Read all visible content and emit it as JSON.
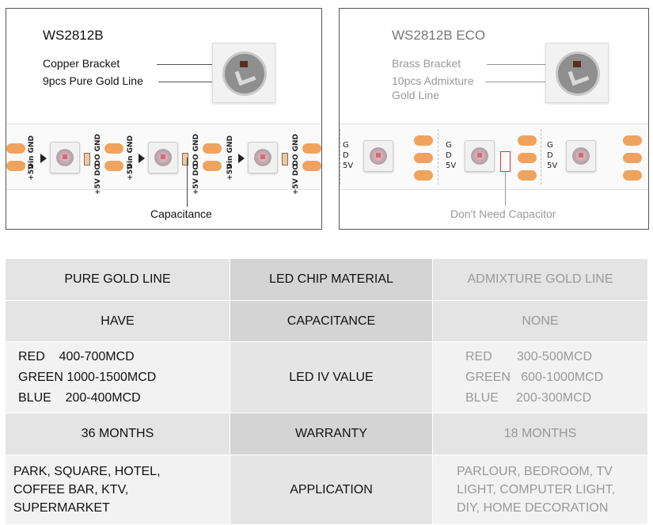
{
  "left_panel": {
    "title": "WS2812B",
    "copper_bracket": "Copper Bracket",
    "gold_line": "9pcs Pure Gold Line",
    "capacitance": "Capacitance",
    "strip_labels": {
      "din_gnd": "Din GND",
      "v5": "+5V",
      "do_gnd": "DO GND",
      "v5_do": "+5V DO"
    }
  },
  "right_panel": {
    "title": "WS2812B ECO",
    "brass_bracket": "Brass Bracket",
    "admixture_line1": "10pcs Admixture",
    "admixture_line2": "Gold Line",
    "no_capacitor": "Don't Need Capacitor",
    "gdv": {
      "g": "G",
      "d": "D",
      "v": "5V"
    }
  },
  "colors": {
    "pad": "#f0a35d",
    "header_dark": "#d4d4d4",
    "header_light": "#e4e4e4",
    "muted_text": "#999999"
  },
  "table": {
    "rows": [
      {
        "left": [
          "PURE GOLD LINE"
        ],
        "mid": "LED CHIP MATERIAL",
        "right": [
          "ADMIXTURE GOLD LINE"
        ]
      },
      {
        "left": [
          "HAVE"
        ],
        "mid": "CAPACITANCE",
        "right": [
          "NONE"
        ]
      },
      {
        "left": [
          "RED    400-700MCD",
          "GREEN 1000-1500MCD",
          "BLUE    200-400MCD"
        ],
        "mid": "LED IV VALUE",
        "right": [
          "RED       300-500MCD",
          "GREEN   600-1000MCD",
          "BLUE     200-300MCD"
        ]
      },
      {
        "left": [
          "36 MONTHS"
        ],
        "mid": "WARRANTY",
        "right": [
          "18 MONTHS"
        ]
      },
      {
        "left": [
          "PARK, SQUARE, HOTEL,",
          "COFFEE BAR, KTV,",
          "SUPERMARKET"
        ],
        "mid": "APPLICATION",
        "right": [
          "PARLOUR, BEDROOM, TV",
          "LIGHT, COMPUTER LIGHT,",
          "DIY, HOME DECORATION"
        ]
      }
    ]
  }
}
